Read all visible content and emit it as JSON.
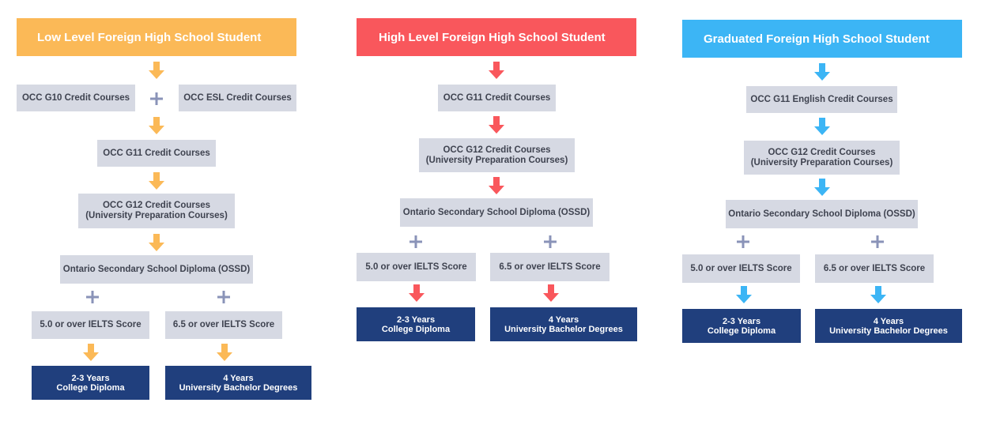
{
  "colors": {
    "orange": "#fbb957",
    "red": "#f9575c",
    "blue": "#3cb5f5",
    "navy": "#203f7d",
    "box": "#d6d9e3",
    "plus": "#8a93b8"
  },
  "columns": [
    {
      "header": "Low Level Foreign High School Student",
      "row1_left": "OCC G10 Credit Courses",
      "row1_right": "OCC ESL Credit Courses",
      "g11": "OCC G11 Credit Courses",
      "g12_line1": "OCC G12 Credit Courses",
      "g12_line2": "(University Preparation Courses)",
      "ossd": "Ontario Secondary School Diploma (OSSD)",
      "ielts_left": "5.0 or over IELTS Score",
      "ielts_right": "6.5 or over IELTS Score",
      "result_left_line1": "2-3 Years",
      "result_left_line2": "College Diploma",
      "result_right_line1": "4 Years",
      "result_right_line2": "University Bachelor Degrees"
    },
    {
      "header": "High Level Foreign High School Student",
      "g11": "OCC G11 Credit Courses",
      "g12_line1": "OCC G12 Credit Courses",
      "g12_line2": "(University Preparation Courses)",
      "ossd": "Ontario Secondary School Diploma (OSSD)",
      "ielts_left": "5.0 or over IELTS Score",
      "ielts_right": "6.5 or over IELTS Score",
      "result_left_line1": "2-3 Years",
      "result_left_line2": "College Diploma",
      "result_right_line1": "4 Years",
      "result_right_line2": "University Bachelor Degrees"
    },
    {
      "header": "Graduated Foreign High School Student",
      "g11": "OCC G11 English Credit Courses",
      "g12_line1": "OCC G12 Credit Courses",
      "g12_line2": "(University Preparation Courses)",
      "ossd": "Ontario Secondary School Diploma (OSSD)",
      "ielts_left": "5.0 or over IELTS Score",
      "ielts_right": "6.5 or over IELTS Score",
      "result_left_line1": "2-3 Years",
      "result_left_line2": "College Diploma",
      "result_right_line1": "4 Years",
      "result_right_line2": "University Bachelor Degrees"
    }
  ]
}
